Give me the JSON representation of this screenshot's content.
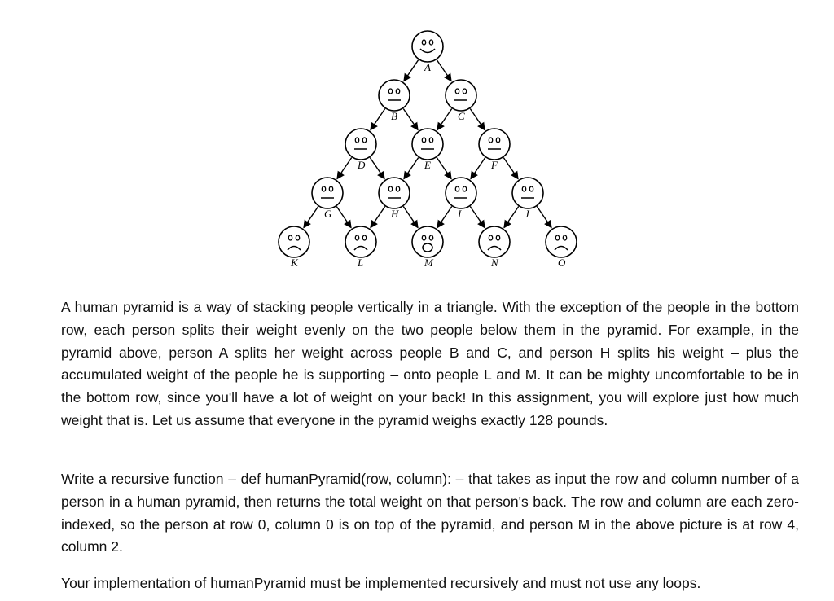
{
  "figure": {
    "people": [
      {
        "id": "A",
        "row": 0,
        "col": 0,
        "face": "happy"
      },
      {
        "id": "B",
        "row": 1,
        "col": 0,
        "face": "neutral"
      },
      {
        "id": "C",
        "row": 1,
        "col": 1,
        "face": "neutral"
      },
      {
        "id": "D",
        "row": 2,
        "col": 0,
        "face": "neutral"
      },
      {
        "id": "E",
        "row": 2,
        "col": 1,
        "face": "neutral"
      },
      {
        "id": "F",
        "row": 2,
        "col": 2,
        "face": "neutral"
      },
      {
        "id": "G",
        "row": 3,
        "col": 0,
        "face": "neutral"
      },
      {
        "id": "H",
        "row": 3,
        "col": 1,
        "face": "neutral"
      },
      {
        "id": "I",
        "row": 3,
        "col": 2,
        "face": "neutral"
      },
      {
        "id": "J",
        "row": 3,
        "col": 3,
        "face": "neutral"
      },
      {
        "id": "K",
        "row": 4,
        "col": 0,
        "face": "frown"
      },
      {
        "id": "L",
        "row": 4,
        "col": 1,
        "face": "frown"
      },
      {
        "id": "M",
        "row": 4,
        "col": 2,
        "face": "open-mouth"
      },
      {
        "id": "N",
        "row": 4,
        "col": 3,
        "face": "frown"
      },
      {
        "id": "O",
        "row": 4,
        "col": 4,
        "face": "frown"
      }
    ]
  },
  "paragraphs": {
    "p1": "A human pyramid is a way of stacking people vertically in a triangle. With the exception of the people in the bottom row, each person splits their weight evenly on the two people below them in the pyramid. For example, in the pyramid above, person A splits her weight across people B and C, and person H splits his weight – plus the accumulated weight of the people he is supporting – onto people L and M. It can be mighty uncomfortable to be in the bottom row, since you'll have a lot of weight on your back! In this assignment, you will explore just how much weight that is. Let us assume that everyone in the pyramid weighs exactly 128 pounds.",
    "p2": "Write a recursive function – def humanPyramid(row, column): – that takes as input the row and column number of a person in a human pyramid, then returns the total weight on that person's back. The row and column are each zero-indexed, so the person at row 0, column 0 is on top of the pyramid, and person M in the above picture is at row 4, column 2.",
    "p3": "Your implementation of humanPyramid must be implemented recursively and must not use any loops."
  }
}
